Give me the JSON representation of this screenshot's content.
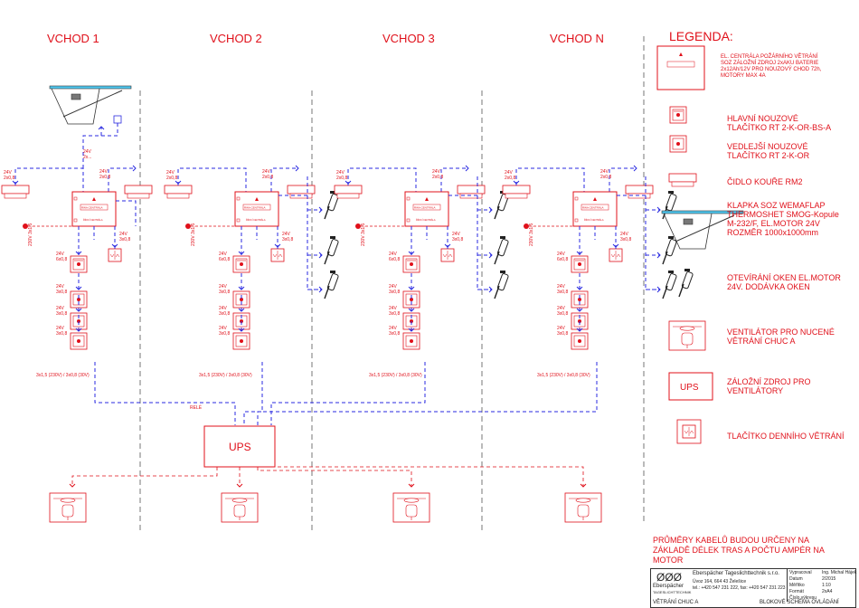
{
  "columns": [
    "VCHOD 1",
    "VCHOD 2",
    "VCHOD 3",
    "VCHOD N"
  ],
  "legend": {
    "title": "LEGENDA:",
    "central_text": "EL. CENTRÁLA POŽÁRNÍHO VĚTRÁNÍ SOZ ZÁLOŽNÍ ZDROJ 2xAKU BATERIE 2x12Ah/12V PRO NOUZOVÝ CHOD 72h, MOTORY MAX 4A",
    "main_button": "HLAVNÍ NOUZOVÉ TLAČÍTKO RT 2-K-OR-BS-A",
    "side_button": "VEDLEJŠÍ NOUZOVÉ TLAČÍTKO RT 2-K-OR",
    "smoke_sensor": "ČIDLO KOUŘE RM2",
    "flap": "KLAPKA SOZ WEMAFLAP THERMOSHET SMOG-Kopule M-232/F, EL.MOTOR 24V ROZMĚR 1000x1000mm",
    "window_motor": "OTEVÍRÁNÍ OKEN EL.MOTOR 24V. DODÁVKA OKEN",
    "fan": "VENTILÁTOR PRO NUCENÉ VĚTRÁNÍ CHUC A",
    "ups_symbol": "UPS",
    "ups": "ZÁLOŽNÍ ZDROJ PRO VENTILÁTORY",
    "day_button": "TLAČÍTKO DENNÍHO VĚTRÁNÍ"
  },
  "labels": {
    "v24": "24V",
    "v24_2": "24V 2x...",
    "c2x08": "2x0,8",
    "c3x08": "3x0,8",
    "c6x08": "6x0,8",
    "c230v": "230V 3x1,5",
    "cable_run": "3x1,5 (230V) / 3x0,8 (30V)",
    "rele": "RELÉ",
    "ups": "UPS",
    "central_box": "ŘÍDICÍ CENTRÁLA",
    "central_code": "RWA CENTRÁLA"
  },
  "note": "PRŮMĚRY KABELŮ BUDOU URČENY NA ZÁKLADĚ DÉLEK TRAS A POČTU AMPÉR NA MOTOR",
  "title_block": {
    "logo_text": "Eberspächer",
    "logo_sub": "TAGESLICHTTECHNIK",
    "company": "Eberspächer Tageslichttechnik s.r.o.",
    "address": "Úvoz 164, 664 43 Želešice",
    "contact": "tel.: +420 547 231 222, fax: +420 547 231 223",
    "rows": [
      {
        "label": "Vypracoval",
        "value": "Ing. Michal Hájek"
      },
      {
        "label": "Datum",
        "value": "2/2015"
      },
      {
        "label": "Měřítko",
        "value": "1:10"
      },
      {
        "label": "Formát",
        "value": "2xA4"
      },
      {
        "label": "Číslo výkresu",
        "value": ""
      }
    ],
    "project": "VĚTRÁNÍ CHUC A",
    "drawing": "BLOKOVÉ SCHÉMA OVLÁDÁNÍ"
  },
  "colors": {
    "red": "#e0101a",
    "blue": "#2a2ae0",
    "grey": "#555555",
    "cyan": "#4ec8f0"
  }
}
